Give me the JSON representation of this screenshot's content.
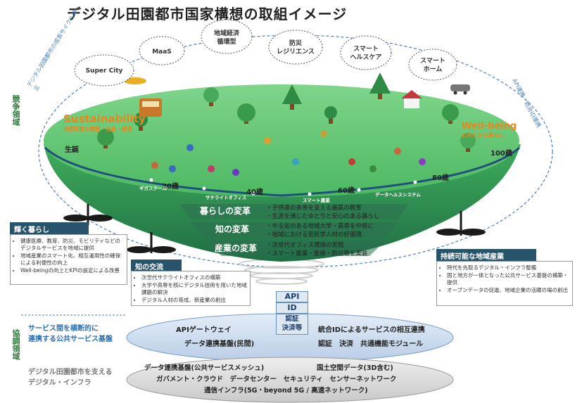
{
  "title": "デジタル田園都市国家構想の取組イメージ",
  "side_labels": {
    "competition": "競争領域",
    "cooperation": "協調領域"
  },
  "clouds": [
    {
      "label": "Super City"
    },
    {
      "label": "MaaS"
    },
    {
      "label1": "地域経済",
      "label2": "循環型"
    },
    {
      "label1": "防災",
      "label2": "レジリエンス"
    },
    {
      "label1": "スマート",
      "label2": "ヘルスケア"
    },
    {
      "label1": "スマート",
      "label2": "ホーム"
    }
  ],
  "arc_labels": {
    "left": "デジタル田園都市の成長サイクル確立",
    "right": "API連携・統合ID連携"
  },
  "sustainability": {
    "title": "Sustainability",
    "subtitle": "持続可能な環境・社会・経済"
  },
  "wellbeing": {
    "title": "Well-being",
    "subtitle": "心ゆたかな暮らし"
  },
  "ages": {
    "birth": "生誕",
    "a20": "20歳",
    "a40": "40歳",
    "a60": "60歳",
    "a80": "80歳",
    "a100": "100歳"
  },
  "rim_tags": {
    "giga": "ギガスクール",
    "satellite": "サテライトオフィス",
    "agri": "スマート農業",
    "health": "データヘルスシステム"
  },
  "bands": [
    {
      "title": "暮らしの変革",
      "items": [
        "子供達の未来を支える最高の教育",
        "生涯を通じたゆとりと安心のある暮らし"
      ]
    },
    {
      "title": "知の変革",
      "items": [
        "やる気のある地域大学・高専を中核に",
        "地域における官民学人材の好循環"
      ]
    },
    {
      "title": "産業の変革",
      "items": [
        "次世代オフィス環境の実現",
        "スマート農業・医療・防災等を実装"
      ]
    }
  ],
  "boxes": {
    "kagayaku": {
      "title": "輝く暮らし",
      "items": [
        "健康医療、教育、防災、モビリティなどのデジタルサービスを地域に提供",
        "地域産業のスマート化、相互運用性の確保による利便性の向上",
        "Well-beingの向上とKPIの設定による改善"
      ]
    },
    "chi": {
      "title": "知の交流",
      "items": [
        "次世代サテライトオフィスの構築",
        "大学や高専を核にデジタル技術を用いた地域課題の解決",
        "デジタル人材の育成、新産業の創出"
      ]
    },
    "sangyo": {
      "title": "持続可能な地域産業",
      "items": [
        "時代を先取るデジタル・インフラ整備",
        "国と地方が一体となった公共サービス基盤の構築・提供",
        "オープンデータの促進、地域企業の活躍の場の創出"
      ]
    }
  },
  "gateway": {
    "api_gw": "API GW",
    "id": "ID",
    "auth1": "認証",
    "auth2": "決済等"
  },
  "service_platform": {
    "label1": "サービス間を横断的に",
    "label2": "連携する公共サービス基盤",
    "row1_left": "APIゲートウェイ",
    "row1_right": "統合IDによるサービスの相互連携",
    "row2_left": "データ連携基盤(民間)",
    "row2_right": "認証　決済　共通機能モジュール"
  },
  "infra": {
    "label1": "デジタル田園都市を支える",
    "label2": "デジタル・インフラ",
    "row1_left": "データ連携基盤(公共サービスメッシュ)",
    "row1_right": "国土空間データ(3D含む)",
    "row2": "ガバメント・クラウド　データセンター　セキュリティ　センサーネットワーク",
    "row3": "通信インフラ(5G・beyond 5G / 高速ネットワーク)"
  },
  "colors": {
    "green_top": "#5ec26a",
    "green_side": "#2f9a4d",
    "band_dark": "#2e6e52",
    "rim": "#1f4f7a",
    "header_blue": "#27536b",
    "sustain_orange": "#e8871e",
    "wellbeing_orange": "#e8871e"
  }
}
